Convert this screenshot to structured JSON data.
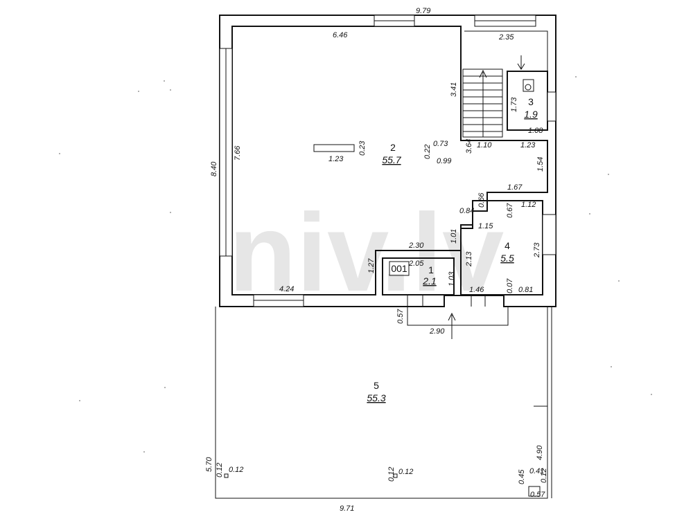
{
  "watermark": "niv.lv",
  "rooms": [
    {
      "number": "1",
      "area": "2.1"
    },
    {
      "number": "2",
      "area": "55.7"
    },
    {
      "number": "3",
      "area": "1.9"
    },
    {
      "number": "4",
      "area": "5.5"
    },
    {
      "number": "5",
      "area": "55.3"
    }
  ],
  "stamp": "001",
  "dimensions": [
    "9.79",
    "6.46",
    "2.35",
    "3.41",
    "1.73",
    "1.08",
    "0.22",
    "0.73",
    "0.99",
    "3.64",
    "1.10",
    "1.23",
    "1.23",
    "0.23",
    "8.40",
    "7.66",
    "1.54",
    "1.67",
    "0.84",
    "0.66",
    "0.67",
    "1.12",
    "1.15",
    "1.01",
    "2.30",
    "2.05",
    "2.13",
    "1.03",
    "2.73",
    "1.27",
    "4.24",
    "1.46",
    "0.07",
    "0.81",
    "0.57",
    "2.90",
    "5.70",
    "0.12",
    "0.12",
    "0.12",
    "0.12",
    "4.90",
    "0.45",
    "0.41",
    "0.12",
    "0.57",
    "9.71"
  ]
}
